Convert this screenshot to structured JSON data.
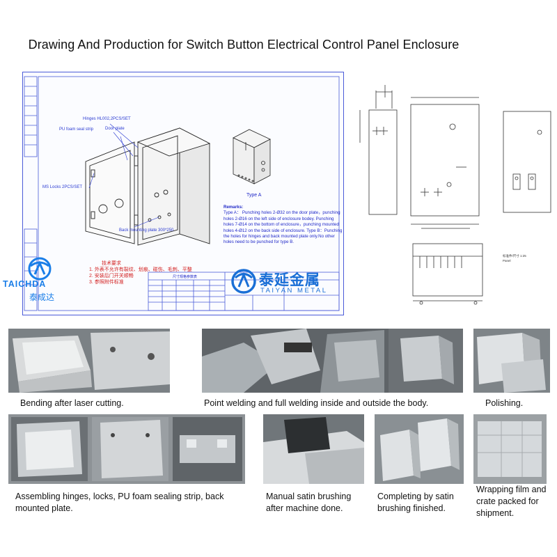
{
  "title": "Drawing And Production for Switch Button Electrical Control Panel Enclosure",
  "drawing": {
    "callout_hinges": "Hinges HL002,2PCS/SET",
    "callout_foam": "PU foam seal strip",
    "callout_door": "Door plate",
    "callout_locks": "MS Locks 2PCS/SET",
    "callout_mount": "Back mounting plate 300*250",
    "type_a_label": "Type A",
    "remarks_title": "Remarks:",
    "remarks_text": "Type A： Punching holes 2-Ø32 on the door plate，punching holes 2-Ø16 on the left side of enclosure bodey. Punching holes 7-Ø14 on the bottom of enclosure，punching mounted holes 4-Ø12 on the back side of enclosure. Type B：Punching the holes for hinges and back mounted plate only.No other holes need to be punched for type B.",
    "chinese_req": "技术要求",
    "chinese_req_lines": [
      "1. 外表不允许有裂纹、划痕、碰伤、毛刺、平整",
      "2. 安装后门开关顺畅",
      "3. 参照附件标准"
    ],
    "table_title": "尺寸规格参数表"
  },
  "logos": {
    "left_en": "TAICHDA",
    "left_cn": "泰成达",
    "mid_cn": "泰延金属",
    "mid_en": "TAIYAN METAL"
  },
  "right_note": {
    "line1": "标准件/尺寸 1:25",
    "line2": "Panel"
  },
  "captions": {
    "bending": "Bending after laser cutting.",
    "welding": "Point welding and full welding inside and outside the body.",
    "polishing": "Polishing.",
    "assembling": "Assembling hinges, locks, PU foam sealing strip, back mounted plate.",
    "brushing": "Manual satin brushing after machine done.",
    "completing": "Completing by satin brushing finished.",
    "wrapping": "Wrapping film and crate packed for shipment."
  },
  "colors": {
    "blueprint": "#2a3ad2",
    "logo_blue": "#1a6fd6",
    "steel": "#a9adb1"
  }
}
